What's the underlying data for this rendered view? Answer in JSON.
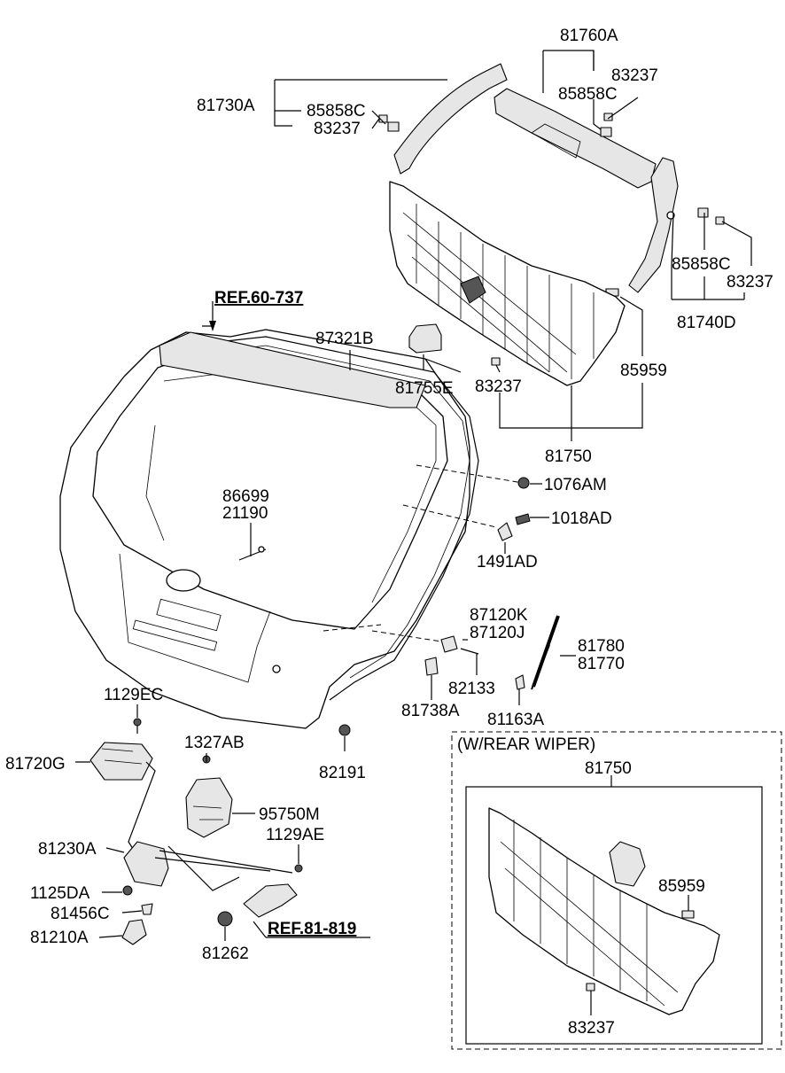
{
  "labels": {
    "p81760A": "81760A",
    "p83237_a": "83237",
    "p85858C_a": "85858C",
    "p81730A": "81730A",
    "p85858C_b": "85858C",
    "p83237_b": "83237",
    "p85858C_c": "85858C",
    "p83237_c": "83237",
    "p81740D": "81740D",
    "p85959_a": "85959",
    "p83237_d": "83237",
    "p81755E": "81755E",
    "p87321B": "87321B",
    "p81750_a": "81750",
    "p1076AM": "1076AM",
    "p1018AD": "1018AD",
    "p1491AD": "1491AD",
    "p86699": "86699",
    "p21190": "21190",
    "p87120K": "87120K",
    "p87120J": "87120J",
    "p81780": "81780",
    "p81770": "81770",
    "p82133": "82133",
    "p81738A": "81738A",
    "p81163A": "81163A",
    "p1129EC": "1129EC",
    "p81720G": "81720G",
    "p1327AB": "1327AB",
    "p82191": "82191",
    "p95750M": "95750M",
    "p1129AE": "1129AE",
    "p81230A": "81230A",
    "p1125DA": "1125DA",
    "p81456C": "81456C",
    "p81210A": "81210A",
    "p81262": "81262",
    "p85959_b": "85959",
    "p81750_b": "81750",
    "p83237_e": "83237"
  },
  "references": {
    "ref_60_737": "REF.60-737",
    "ref_81_819": "REF.81-819"
  },
  "inset": {
    "title": "(W/REAR WIPER)"
  }
}
